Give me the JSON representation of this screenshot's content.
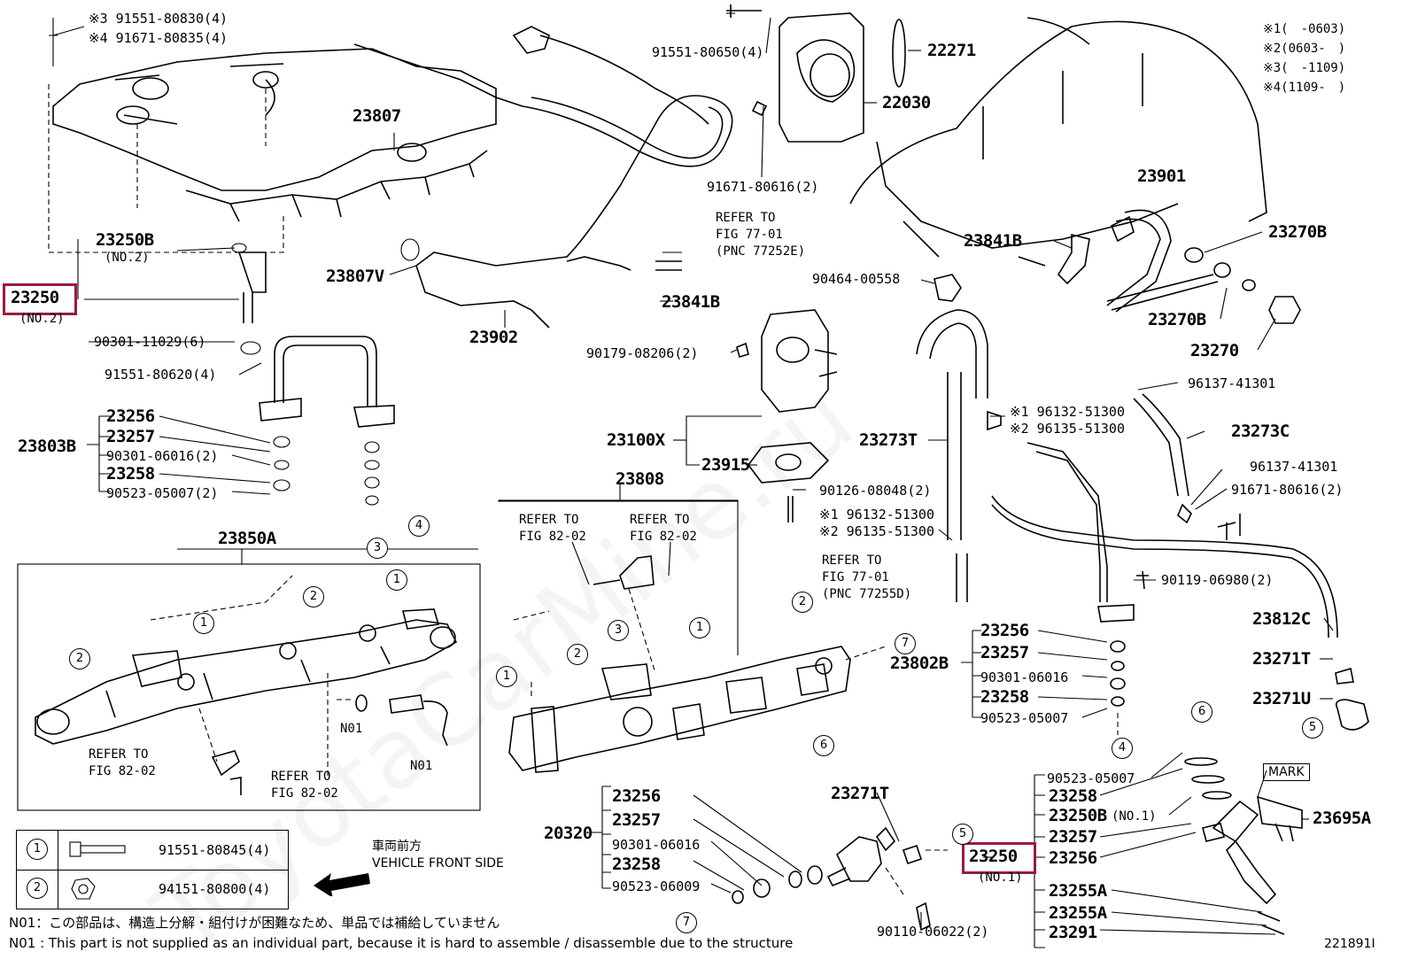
{
  "watermark": "ToyotaCarMine.ru",
  "highlight_color": "#9b1b3a",
  "legend_codes": [
    "※1(　-0603)",
    "※2(0603-　)",
    "※3(　-1109)",
    "※4(1109-　)"
  ],
  "labels": {
    "p91551_80830": "※3 91551-80830(4)",
    "p91671_80835": "※4 91671-80835(4)",
    "p91551_80650": "91551-80650(4)",
    "p22271": "22271",
    "p22030": "22030",
    "p23807": "23807",
    "p91671_80616a": "91671-80616(2)",
    "p23250b_top": "23250B",
    "p23250b_top_note": "(NO.2)",
    "p23250_left": "23250",
    "p23250_left_note": "(NO.2)",
    "p23807v": "23807V",
    "p23902": "23902",
    "p90301_11029": "90301-11029(6)",
    "p91551_80620": "91551-80620(4)",
    "p23841b_a": "23841B",
    "p23841b_b": "23841B",
    "p23901": "23901",
    "p23270b_a": "23270B",
    "p23270b_b": "23270B",
    "p23270": "23270",
    "p90464_00558": "90464-00558",
    "p90179_08206": "90179-08206(2)",
    "p96137_41301a": "96137-41301",
    "p96132_a": "※1 96132-51300",
    "p96135_a": "※2 96135-51300",
    "p23273c": "23273C",
    "p23273t": "23273T",
    "p23100x": "23100X",
    "p23915": "23915",
    "p96137_41301b": "96137-41301",
    "p91671_80616b": "91671-80616(2)",
    "p90126_08048": "90126-08048(2)",
    "p96132_b": "※1 96132-51300",
    "p96135_b": "※2 96135-51300",
    "p23808": "23808",
    "p23803b": "23803B",
    "p23256a": "23256",
    "p23257a": "23257",
    "p90301_06016a": "90301-06016(2)",
    "p23258a": "23258",
    "p90523_05007a": "90523-05007(2)",
    "p23850a": "23850A",
    "p90119_06980": "90119-06980(2)",
    "p23812c": "23812C",
    "p23802b": "23802B",
    "p23256b": "23256",
    "p23257b": "23257",
    "p90301_06016b": "90301-06016",
    "p23258b": "23258",
    "p90523_05007b": "90523-05007",
    "p23271t_a": "23271T",
    "p23271u": "23271U",
    "p20320": "20320",
    "p23256c": "23256",
    "p23257c": "23257",
    "p90301_06016c": "90301-06016",
    "p23258c": "23258",
    "p90523_06009": "90523-06009",
    "p23271t_b": "23271T",
    "p90110_06022": "90110-06022(2)",
    "p90523_05007c": "90523-05007",
    "p23258d": "23258",
    "p23250b_no1": "23250B",
    "p23250b_no1_note": "(NO.1)",
    "p23257d": "23257",
    "p23256d": "23256",
    "p23250_right": "23250",
    "p23250_right_note": "(NO.1)",
    "p23255a_1": "23255A",
    "p23255a_2": "23255A",
    "p23291": "23291",
    "p23695a": "23695A",
    "mark": "MARK",
    "n01_a": "N01",
    "n01_b": "N01"
  },
  "refers": {
    "r77_01_a": "REFER TO\nFIG 77-01\n(PNC 77252E)",
    "r82_02_a": "REFER TO\nFIG 82-02",
    "r82_02_b": "REFER TO\nFIG 82-02",
    "r77_01_b": "REFER TO\nFIG 77-01\n(PNC 77255D)",
    "r82_02_c": "REFER TO\nFIG 82-02",
    "r82_02_d": "REFER TO\nFIG 82-02"
  },
  "callout_numbers": [
    "1",
    "2",
    "3",
    "4",
    "5",
    "6",
    "7"
  ],
  "key_table": [
    {
      "num": "1",
      "part": "91551-80845(4)"
    },
    {
      "num": "2",
      "part": "94151-80800(4)"
    }
  ],
  "direction": {
    "jp": "車両前方",
    "en": "VEHICLE FRONT SIDE"
  },
  "notes": {
    "jp": "N01：この部品は、構造上分解・組付けが困難なため、単品では補給していません",
    "en": "N01 : This part is not supplied as an individual part, because it is hard to assemble / disassemble due to the structure"
  },
  "figure_id": "221891I"
}
